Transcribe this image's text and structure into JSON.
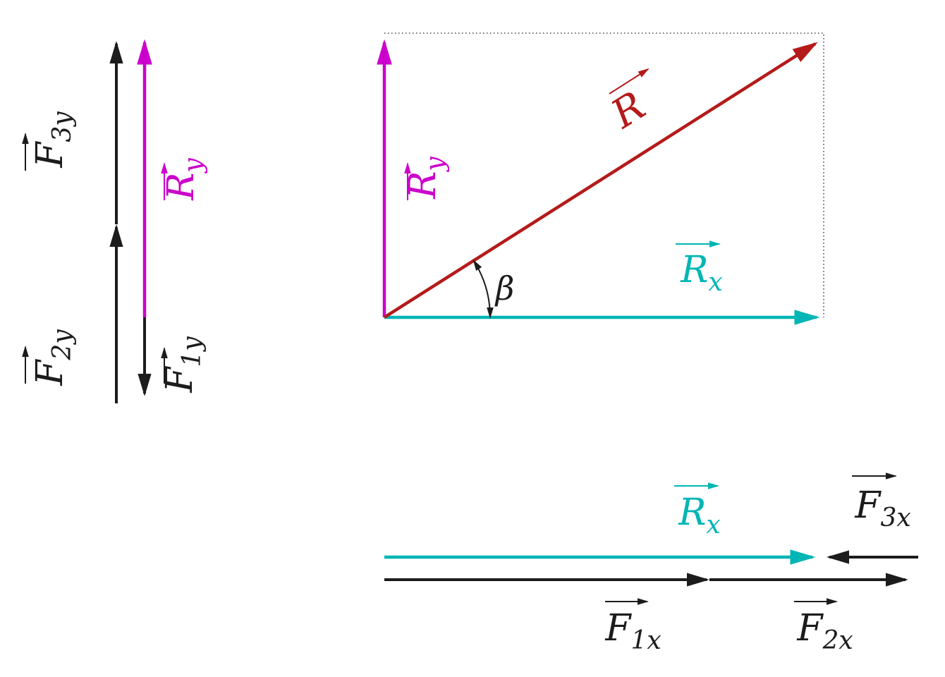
{
  "diagram": {
    "colors": {
      "black": "#1c1c1c",
      "magenta": "#cc00cc",
      "cyan": "#00b5b5",
      "red": "#b51a1a"
    },
    "labels": {
      "f3y": {
        "symbol": "F",
        "subscript": "3y"
      },
      "f2y": {
        "symbol": "F",
        "subscript": "2y"
      },
      "f1y": {
        "symbol": "F",
        "subscript": "1y"
      },
      "ry_left": {
        "symbol": "R",
        "subscript": "y"
      },
      "ry_triangle": {
        "symbol": "R",
        "subscript": "y"
      },
      "rx_triangle": {
        "symbol": "R",
        "subscript": "x"
      },
      "r_resultant": {
        "symbol": "R",
        "subscript": ""
      },
      "beta": {
        "symbol": "β"
      },
      "rx_bottom": {
        "symbol": "R",
        "subscript": "x"
      },
      "f1x": {
        "symbol": "F",
        "subscript": "1x"
      },
      "f2x": {
        "symbol": "F",
        "subscript": "2x"
      },
      "f3x": {
        "symbol": "F",
        "subscript": "3x"
      }
    }
  }
}
